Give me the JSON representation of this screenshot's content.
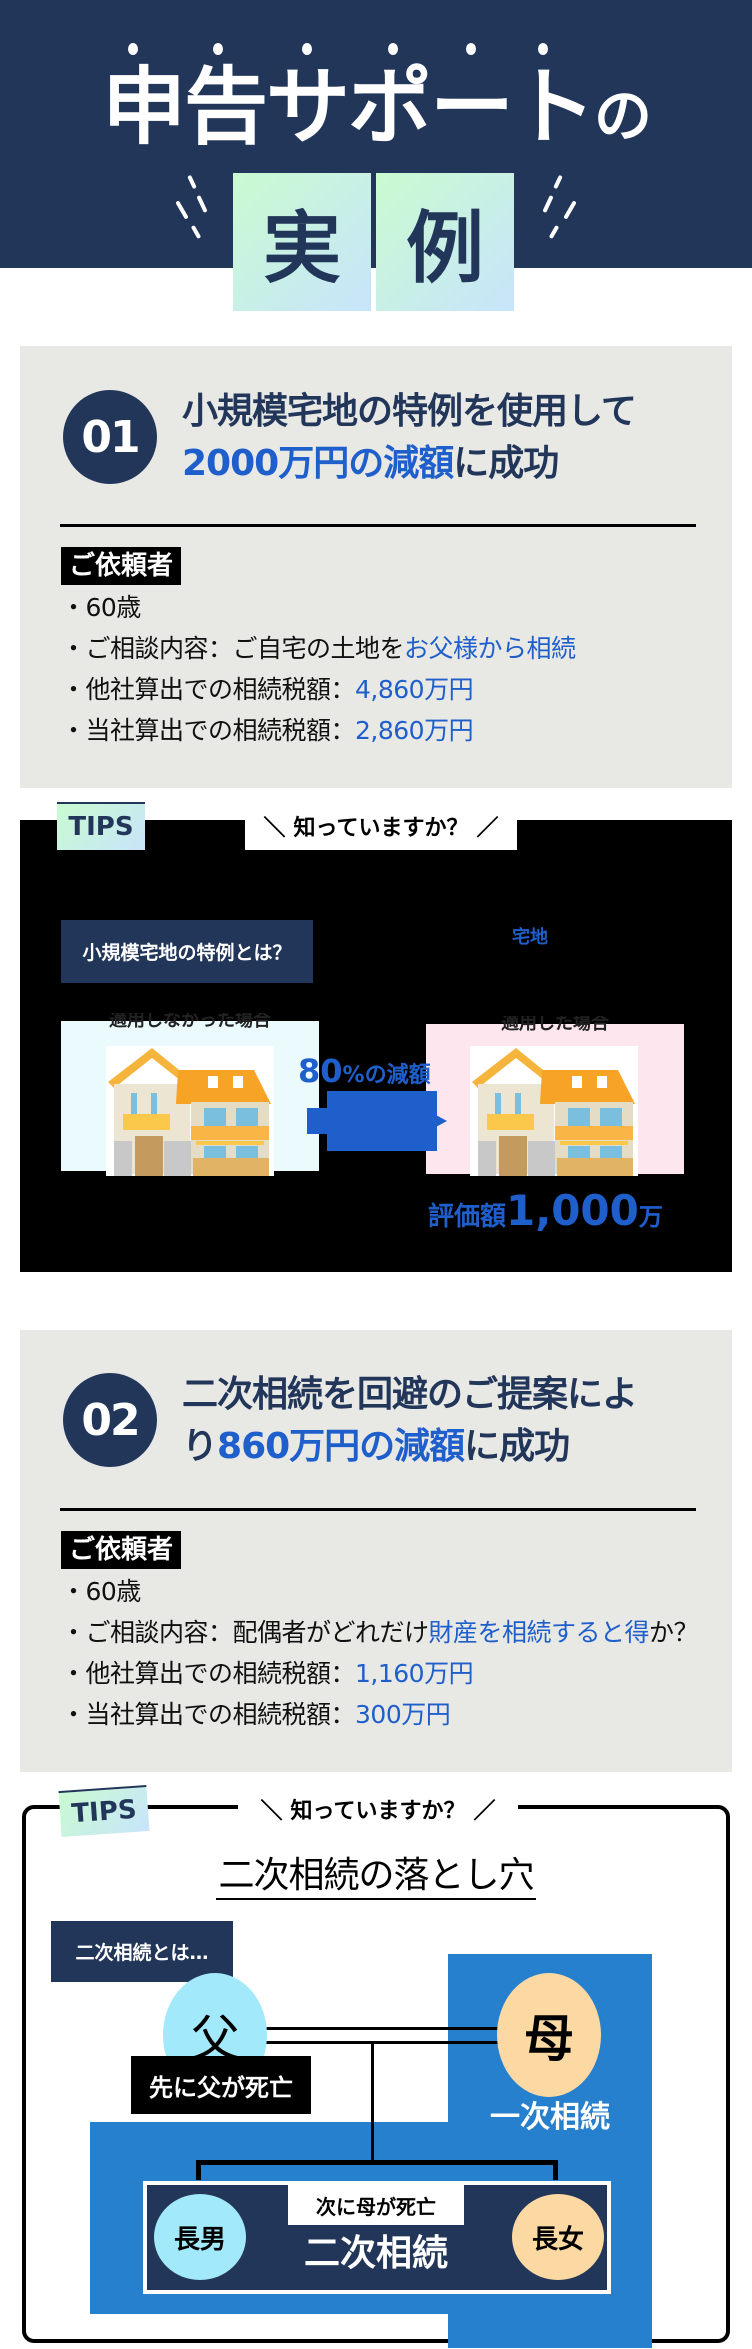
{
  "hero": {
    "title_main": "申告サポート",
    "title_particle": "の",
    "tile_1": "実",
    "tile_2": "例"
  },
  "cases": [
    {
      "number": "01",
      "title_line1": "小規模宅地の特例を使用して",
      "title_highlight": "2000万円の減額",
      "title_suffix": "に成功",
      "client_label": "ご依頼者",
      "items": [
        {
          "text": "・60歳",
          "value": ""
        },
        {
          "text": "・ご相談内容：ご自宅の土地を",
          "value": "お父様から相続"
        },
        {
          "text": "・他社算出での相続税額：",
          "value": "4,860万円"
        },
        {
          "text": "・当社算出での相続税額：",
          "value": "2,860万円"
        }
      ]
    },
    {
      "number": "02",
      "title_line1": "二次相続を回避のご提案によ",
      "title_line2_prefix": "り",
      "title_highlight": "860万円の減額",
      "title_suffix": "に成功",
      "client_label": "ご依頼者",
      "items": [
        {
          "text": "・60歳",
          "value": "",
          "suffix": ""
        },
        {
          "text": "・ご相談内容：配偶者がどれだけ",
          "value": "財産を相続すると得",
          "suffix": "か？"
        },
        {
          "text": "・他社算出での相続税額：",
          "value": "1,160万円",
          "suffix": ""
        },
        {
          "text": "・当社算出での相続税額：",
          "value": "300万円",
          "suffix": ""
        }
      ]
    }
  ],
  "tips1": {
    "tag": "TIPS",
    "know_label": "知っていますか？",
    "left_slash": "＼",
    "right_slash": "／",
    "heading": "小規模宅地の特例とは？",
    "keyword": "宅地",
    "panel_left_label": "適用しなかった場合",
    "panel_right_label": "適用した場合",
    "reduction_number": "80",
    "reduction_unit": "%の減額",
    "valuation_label": "評価額",
    "valuation_value": "1,000",
    "valuation_unit": "万"
  },
  "tips2": {
    "tag": "TIPS",
    "know_label": "知っていますか？",
    "left_slash": "＼",
    "right_slash": "／",
    "title": "二次相続の落とし穴",
    "what_is": "二次相続とは…",
    "father": "父",
    "mother": "母",
    "father_died": "先に父が死亡",
    "first_inheritance": "一次相続",
    "mother_died": "次に母が死亡",
    "second_inheritance": "二次相続",
    "eldest_son": "長男",
    "eldest_daughter": "長女"
  },
  "colors": {
    "navy": "#22365a",
    "blue": "#1f5fcc",
    "diagram_blue": "#2780ce",
    "card_bg": "#e8e8e5",
    "father_egg": "#a2e9fb",
    "mother_egg": "#fcd9a2",
    "panel_left_bg": "#eafafd",
    "panel_right_bg": "#fde6ee"
  }
}
